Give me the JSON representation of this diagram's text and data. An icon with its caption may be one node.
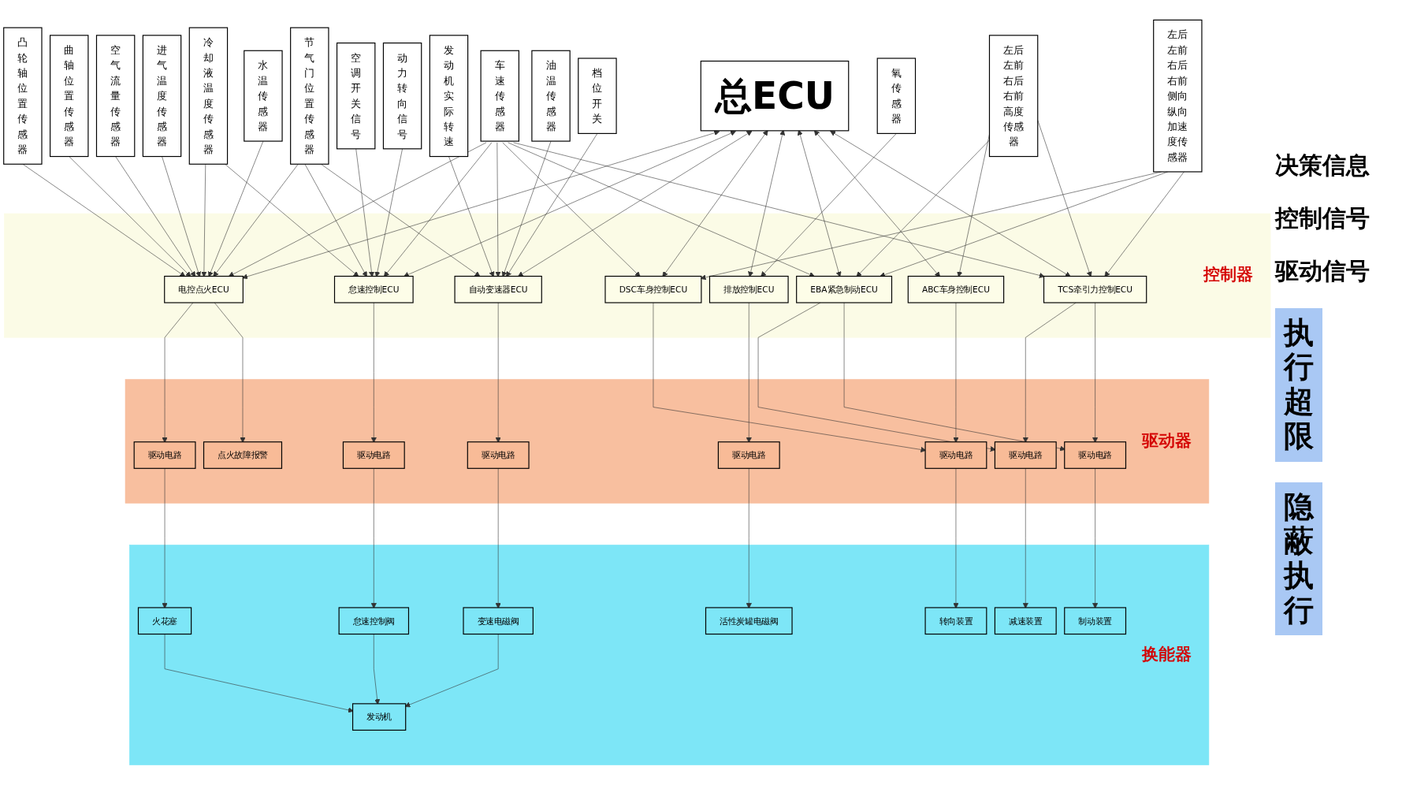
{
  "diagram": {
    "nodes": [
      {
        "text": [
          "凸轮轴位置传感器"
        ]
      },
      {
        "text": [
          "曲轴位置传感器"
        ]
      },
      {
        "text": [
          "车速传感器"
        ]
      },
      {
        "text": [
          "空气流量传感器"
        ]
      },
      {
        "text": [
          "节气门位置传感器"
        ]
      },
      {
        "text": [
          "冷却液温度传感器"
        ]
      },
      {
        "text": [
          "进气温度传感器"
        ]
      },
      {
        "text": [
          "空调开关信号"
        ]
      },
      {
        "text": [
          "动力转向信号"
        ]
      },
      {
        "text": [
          "发动机实际转速"
        ]
      },
      {
        "text": [
          "总ECU"
        ]
      },
      {
        "text": [
          "氧传感器"
        ]
      },
      {
        "text": [
          "油温传感器"
        ]
      },
      {
        "text": [
          "档位开关"
        ]
      },
      {
        "text": [
          "水温传感器"
        ]
      },
      {
        "text": [
          "左后左前右后右前侧向纵向加速度传感器"
        ]
      },
      {
        "text": [
          "左后左前右后右前高度传感器"
        ]
      },
      {
        "text": [
          "控制器"
        ]
      },
      {
        "text": [
          "电控点火ECU"
        ],
        "in": 17
      },
      {
        "text": [
          "怠速控制ECU"
        ],
        "in": 17
      },
      {
        "text": [
          "自动变速器ECU"
        ],
        "in": 17
      },
      {
        "text": [
          "排放控制ECU"
        ],
        "in": 17
      },
      {
        "text": [
          "ABC车身控制ECU"
        ],
        "in": 17
      },
      {
        "text": [
          "DSC车身控制ECU"
        ],
        "in": 17
      },
      {
        "text": [
          "EBA紧急制动ECU"
        ],
        "in": 17
      },
      {
        "text": [
          "TCS牵引力控制ECU"
        ],
        "in": 17
      },
      {
        "text": [
          "驱动器"
        ]
      },
      {
        "text": [
          "驱动电路"
        ],
        "in": 26
      },
      {
        "text": [
          "点火故障报警"
        ],
        "in": 26
      },
      {
        "text": [
          "驱动电路"
        ],
        "in": 26
      },
      {
        "text": [
          "驱动电路"
        ],
        "in": 26
      },
      {
        "text": [
          "驱动电路"
        ],
        "in": 26
      },
      {
        "text": [
          "驱动电路"
        ],
        "in": 26
      },
      {
        "text": [
          "驱动电路"
        ],
        "in": 26
      },
      {
        "text": [
          "驱动电路"
        ],
        "in": 26
      },
      {
        "text": [
          "换能器"
        ]
      },
      {
        "text": [
          "火花塞"
        ],
        "in": 35
      },
      {
        "text": [
          "怠速控制阀"
        ],
        "in": 35
      },
      {
        "text": [
          "变速电磁阀"
        ],
        "in": 35
      },
      {
        "text": [
          "活性炭罐电磁阀"
        ],
        "in": 35
      },
      {
        "text": [
          "转向装置"
        ],
        "in": 35
      },
      {
        "text": [
          "减速装置"
        ],
        "in": 35
      },
      {
        "text": [
          "制动装置"
        ],
        "in": 35
      },
      {
        "text": [
          "发动机"
        ],
        "in": 35
      }
    ],
    "edges": [
      {
        "from": 0,
        "to": 18,
        "arrow": "to"
      },
      {
        "from": 1,
        "to": 18,
        "arrow": "to"
      },
      {
        "from": 2,
        "to": 18,
        "arrow": "to"
      },
      {
        "from": 2,
        "to": 19,
        "arrow": "to"
      },
      {
        "from": 2,
        "to": 20,
        "arrow": "to"
      },
      {
        "from": 2,
        "to": 23,
        "arrow": "to"
      },
      {
        "from": 2,
        "to": 24,
        "arrow": "to"
      },
      {
        "from": 2,
        "to": 25,
        "arrow": "to"
      },
      {
        "from": 3,
        "to": 18,
        "arrow": "to"
      },
      {
        "from": 4,
        "to": 18,
        "arrow": "to"
      },
      {
        "from": 4,
        "to": 19,
        "arrow": "to"
      },
      {
        "from": 4,
        "to": 20,
        "arrow": "to"
      },
      {
        "from": 5,
        "to": 18,
        "arrow": "to"
      },
      {
        "from": 5,
        "to": 19,
        "arrow": "to"
      },
      {
        "from": 6,
        "to": 18,
        "arrow": "to"
      },
      {
        "from": 7,
        "to": 19,
        "arrow": "to"
      },
      {
        "from": 8,
        "to": 19,
        "arrow": "to"
      },
      {
        "from": 9,
        "to": 20,
        "arrow": "to"
      },
      {
        "from": 10,
        "to": 18,
        "arrow": "both"
      },
      {
        "from": 10,
        "to": 19,
        "arrow": "both"
      },
      {
        "from": 10,
        "to": 20,
        "arrow": "both"
      },
      {
        "from": 10,
        "to": 21,
        "arrow": "both"
      },
      {
        "from": 10,
        "to": 22,
        "arrow": "both"
      },
      {
        "from": 10,
        "to": 23,
        "arrow": "both"
      },
      {
        "from": 10,
        "to": 24,
        "arrow": "both"
      },
      {
        "from": 10,
        "to": 25,
        "arrow": "both"
      },
      {
        "from": 11,
        "to": 21,
        "arrow": "to"
      },
      {
        "from": 12,
        "to": 20,
        "arrow": "to"
      },
      {
        "from": 13,
        "to": 20,
        "arrow": "to"
      },
      {
        "from": 14,
        "to": 18,
        "arrow": "to"
      },
      {
        "from": 15,
        "to": 23,
        "arrow": "to"
      },
      {
        "from": 15,
        "to": 24,
        "arrow": "to"
      },
      {
        "from": 15,
        "to": 25,
        "arrow": "to"
      },
      {
        "from": 16,
        "to": 22,
        "arrow": "to"
      },
      {
        "from": 16,
        "to": 24,
        "arrow": "to"
      },
      {
        "from": 16,
        "to": 25,
        "arrow": "to"
      },
      {
        "from": 18,
        "to": 27,
        "arrow": "to"
      },
      {
        "from": 18,
        "to": 28,
        "arrow": "to"
      },
      {
        "from": 19,
        "to": 29,
        "arrow": "to"
      },
      {
        "from": 20,
        "to": 30,
        "arrow": "to"
      },
      {
        "from": 21,
        "to": 31,
        "arrow": "to"
      },
      {
        "from": 22,
        "to": 32,
        "arrow": "to"
      },
      {
        "from": 23,
        "to": 32,
        "arrow": "to"
      },
      {
        "from": 24,
        "to": 33,
        "arrow": "to"
      },
      {
        "from": 24,
        "to": 34,
        "arrow": "to"
      },
      {
        "from": 25,
        "to": 33,
        "arrow": "to"
      },
      {
        "from": 25,
        "to": 34,
        "arrow": "to"
      },
      {
        "from": 27,
        "to": 36,
        "arrow": "to"
      },
      {
        "from": 29,
        "to": 37,
        "arrow": "to"
      },
      {
        "from": 30,
        "to": 38,
        "arrow": "to"
      },
      {
        "from": 31,
        "to": 39,
        "arrow": "to"
      },
      {
        "from": 32,
        "to": 40,
        "arrow": "to"
      },
      {
        "from": 33,
        "to": 41,
        "arrow": "to"
      },
      {
        "from": 34,
        "to": 42,
        "arrow": "to"
      },
      {
        "from": 36,
        "to": 43,
        "arrow": "to"
      },
      {
        "from": 37,
        "to": 43,
        "arrow": "to"
      },
      {
        "from": 38,
        "to": 43,
        "arrow": "to"
      }
    ],
    "labels": [
      "决策信息",
      "控制信号",
      "驱动信号",
      "执行超限",
      "隐蔽执行"
    ]
  }
}
